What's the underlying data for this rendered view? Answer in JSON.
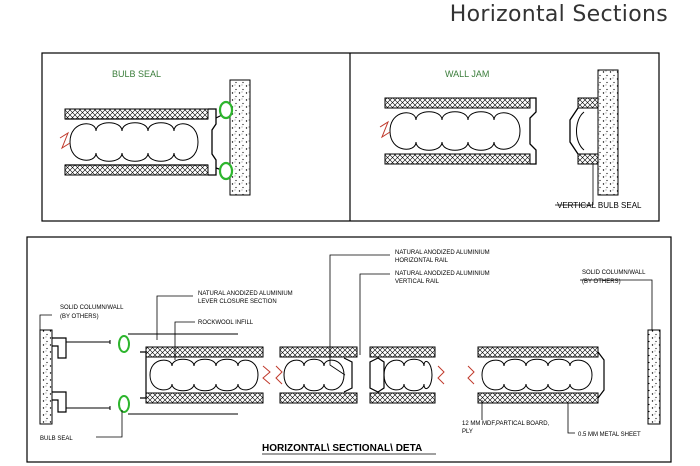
{
  "title": "Horizontal Sections",
  "top_left": {
    "label": "BULB SEAL"
  },
  "top_right": {
    "label": "WALL JAM",
    "callout": "VERTICAL BULB SEAL"
  },
  "bottom": {
    "title": "HORIZONTAL\\ SECTIONAL\\ DETA",
    "labels": {
      "solid_wall_left_1": "SOLID COLUMN/WALL",
      "solid_wall_left_2": "(BY OTHERS)",
      "lever_1": "NATURAL ANODIZED ALUMINIUM",
      "lever_2": "LEVER CLOSURE SECTION",
      "rockwool": "ROCKWOOL INFILL",
      "hrail_1": "NATURAL ANODIZED ALUMINIUM",
      "hrail_2": "HORIZONTAL RAIL",
      "vrail_1": "NATURAL ANODIZED ALUMINIUM",
      "vrail_2": "VERTICAL RAIL",
      "solid_wall_right_1": "SOLID COLUMN/WALL",
      "solid_wall_right_2": "(BY OTHERS)",
      "bulb_seal": "BULB SEAL",
      "mdf_1": "12 MM MDF,PARTICAL BOARD,",
      "mdf_2": "PLY",
      "metal_sheet": "0.5 MM METAL SHEET"
    }
  },
  "colors": {
    "seal": "#2db52d",
    "label_green": "#3a7d3a",
    "line": "#000000"
  }
}
